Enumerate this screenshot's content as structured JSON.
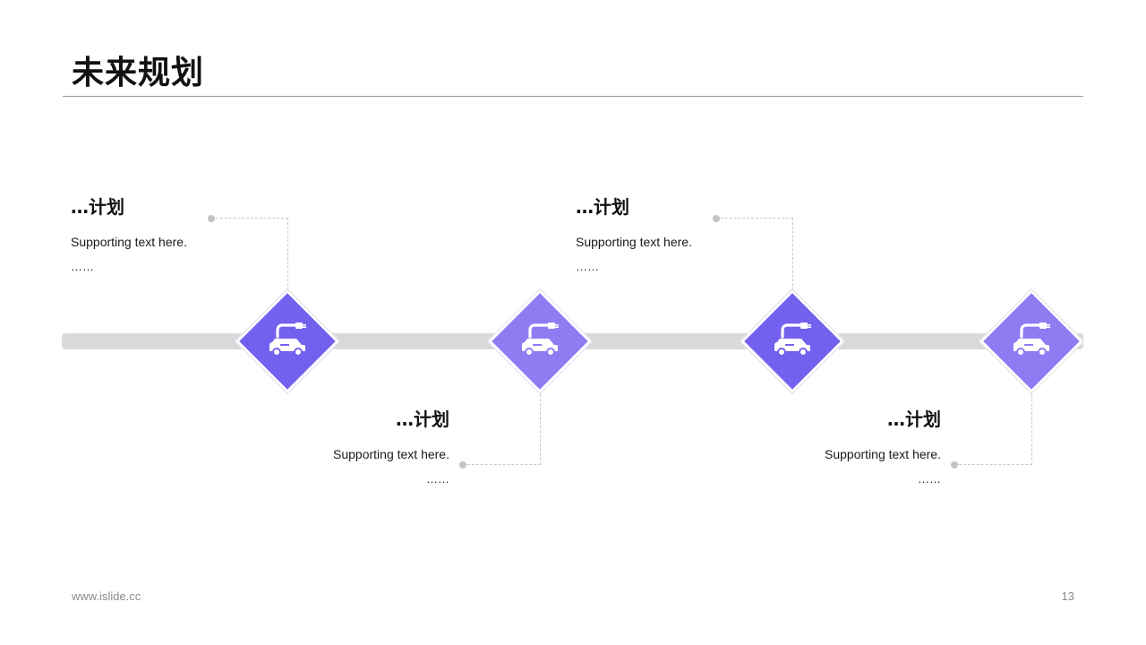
{
  "slide": {
    "title": "未来规划",
    "footer_url": "www.islide.cc",
    "page_number": "13"
  },
  "colors": {
    "diamond_dark": "#7460EE",
    "diamond_light": "#8E7CF3",
    "track": "#D9D9D9",
    "connector": "#C8C8C8",
    "icon": "#FFFFFF"
  },
  "milestones": [
    {
      "title": "…计划",
      "text": "Supporting text here.",
      "more": "……",
      "icon": "charging-car-icon",
      "position": "above"
    },
    {
      "title": "…计划",
      "text": "Supporting text here.",
      "more": "……",
      "icon": "charging-car-icon",
      "position": "below"
    },
    {
      "title": "…计划",
      "text": "Supporting text here.",
      "more": "……",
      "icon": "charging-car-icon",
      "position": "above"
    },
    {
      "title": "…计划",
      "text": "Supporting text here.",
      "more": "……",
      "icon": "charging-car-icon",
      "position": "below"
    }
  ]
}
